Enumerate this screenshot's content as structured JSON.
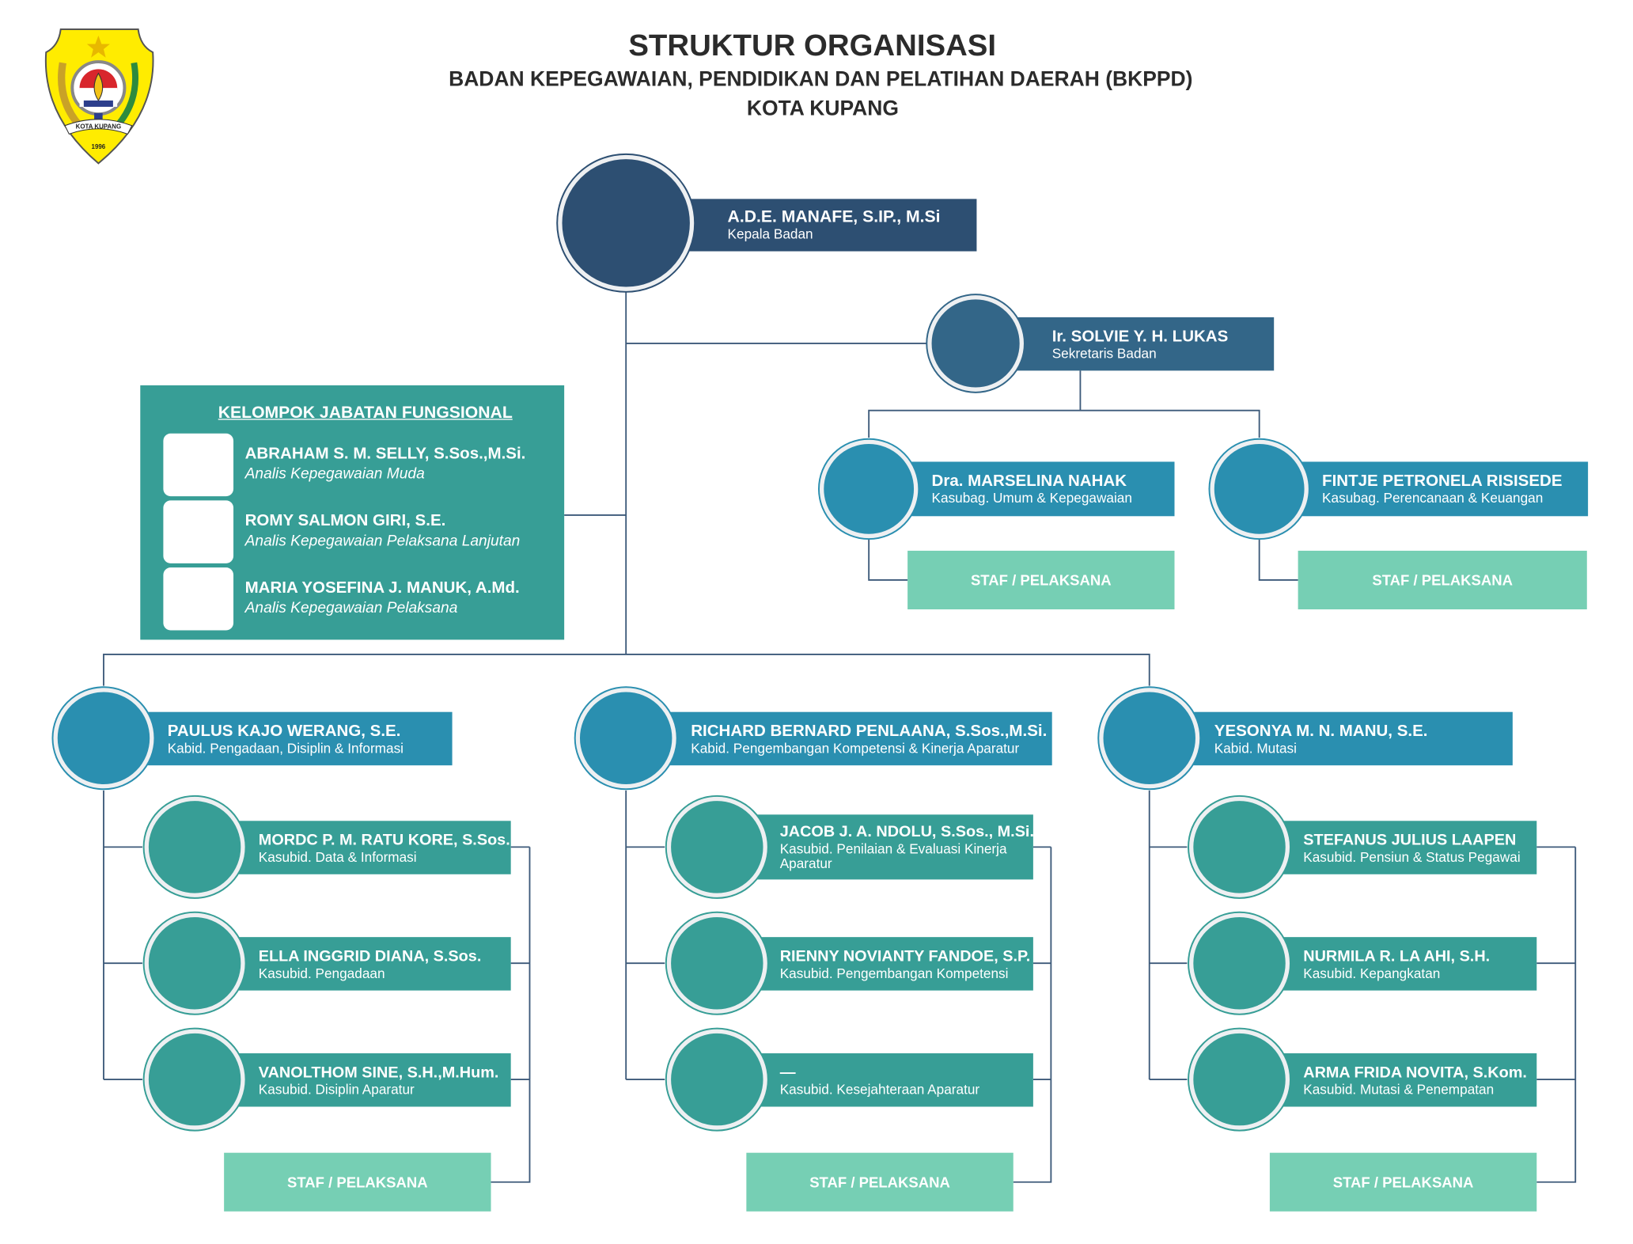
{
  "header": {
    "title": "STRUKTUR ORGANISASI",
    "subtitle": "BADAN KEPEGAWAIAN, PENDIDIKAN DAN PELATIHAN DAERAH (BKPPD)",
    "city": "KOTA KUPANG"
  },
  "logo": {
    "banner": "KOTA KUPANG",
    "year": "1996"
  },
  "colors": {
    "head": "#2d4f72",
    "secretary": "#336688",
    "section": "#2a8fb0",
    "subdivision": "#379e96",
    "staff": "#76cfb4",
    "functional": "#379e96",
    "connector": "#3d5a7a"
  },
  "staff_label": "STAF / PELAKSANA",
  "head": {
    "name": "A.D.E. MANAFE, S.IP., M.Si",
    "role": "Kepala Badan"
  },
  "secretary": {
    "name": "Ir. SOLVIE Y. H. LUKAS",
    "role": "Sekretaris Badan"
  },
  "sub_sections": [
    {
      "name": "Dra. MARSELINA NAHAK",
      "role": "Kasubag. Umum & Kepegawaian"
    },
    {
      "name": "FINTJE PETRONELA RISISEDE",
      "role": "Kasubag. Perencanaan & Keuangan"
    }
  ],
  "functional": {
    "title": "KELOMPOK JABATAN FUNGSIONAL",
    "members": [
      {
        "name": "ABRAHAM S. M. SELLY, S.Sos.,M.Si.",
        "role": "Analis Kepegawaian Muda"
      },
      {
        "name": "ROMY SALMON GIRI, S.E.",
        "role": "Analis Kepegawaian Pelaksana Lanjutan"
      },
      {
        "name": "MARIA YOSEFINA J. MANUK, A.Md.",
        "role": "Analis Kepegawaian Pelaksana"
      }
    ]
  },
  "divisions": [
    {
      "name": "PAULUS KAJO WERANG, S.E.",
      "role": "Kabid. Pengadaan, Disiplin & Informasi",
      "subdivisions": [
        {
          "name": "MORDC P. M. RATU KORE, S.Sos.",
          "role": "Kasubid. Data & Informasi"
        },
        {
          "name": "ELLA INGGRID DIANA, S.Sos.",
          "role": "Kasubid. Pengadaan"
        },
        {
          "name": "VANOLTHOM SINE, S.H.,M.Hum.",
          "role": "Kasubid. Disiplin Aparatur"
        }
      ]
    },
    {
      "name": "RICHARD BERNARD PENLAANA, S.Sos.,M.Si.",
      "role": "Kabid. Pengembangan Kompetensi & Kinerja Aparatur",
      "subdivisions": [
        {
          "name": "JACOB J. A. NDOLU, S.Sos., M.Si.",
          "role": "Kasubid. Penilaian & Evaluasi Kinerja Aparatur"
        },
        {
          "name": "RIENNY NOVIANTY FANDOE, S.P.",
          "role": "Kasubid. Pengembangan Kompetensi"
        },
        {
          "name": "—",
          "role": "Kasubid. Kesejahteraan Aparatur"
        }
      ]
    },
    {
      "name": "YESONYA M. N. MANU, S.E.",
      "role": "Kabid. Mutasi",
      "subdivisions": [
        {
          "name": "STEFANUS JULIUS LAAPEN",
          "role": "Kasubid. Pensiun & Status Pegawai"
        },
        {
          "name": "NURMILA R. LA AHI, S.H.",
          "role": "Kasubid. Kepangkatan"
        },
        {
          "name": "ARMA FRIDA NOVITA, S.Kom.",
          "role": "Kasubid. Mutasi & Penempatan"
        }
      ]
    }
  ]
}
